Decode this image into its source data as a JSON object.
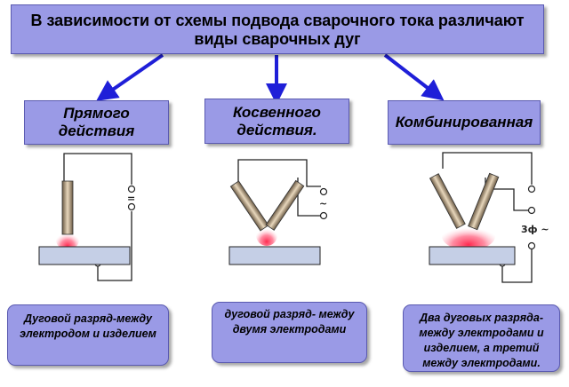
{
  "title": "В зависимости от схемы подвода сварочного тока различают виды сварочных дуг",
  "types": [
    {
      "label": "Прямого действия",
      "description": "Дуговой разряд-между электродом и изделием",
      "current_symbol": "="
    },
    {
      "label": "Косвенного действия.",
      "description": "дуговой разряд- между двумя электродами",
      "current_symbol": "~"
    },
    {
      "label": "Комбинированная",
      "description": "Два дуговых разряда-между электродами и изделием, а третий между электродами.",
      "current_symbol": "3ф ~"
    }
  ],
  "colors": {
    "box_fill": "#9a9ae6",
    "arrow": "#1f1fd8",
    "plate": "#c5cfe6",
    "electrode": "#d9c3a3",
    "arc": "#ff3355"
  }
}
